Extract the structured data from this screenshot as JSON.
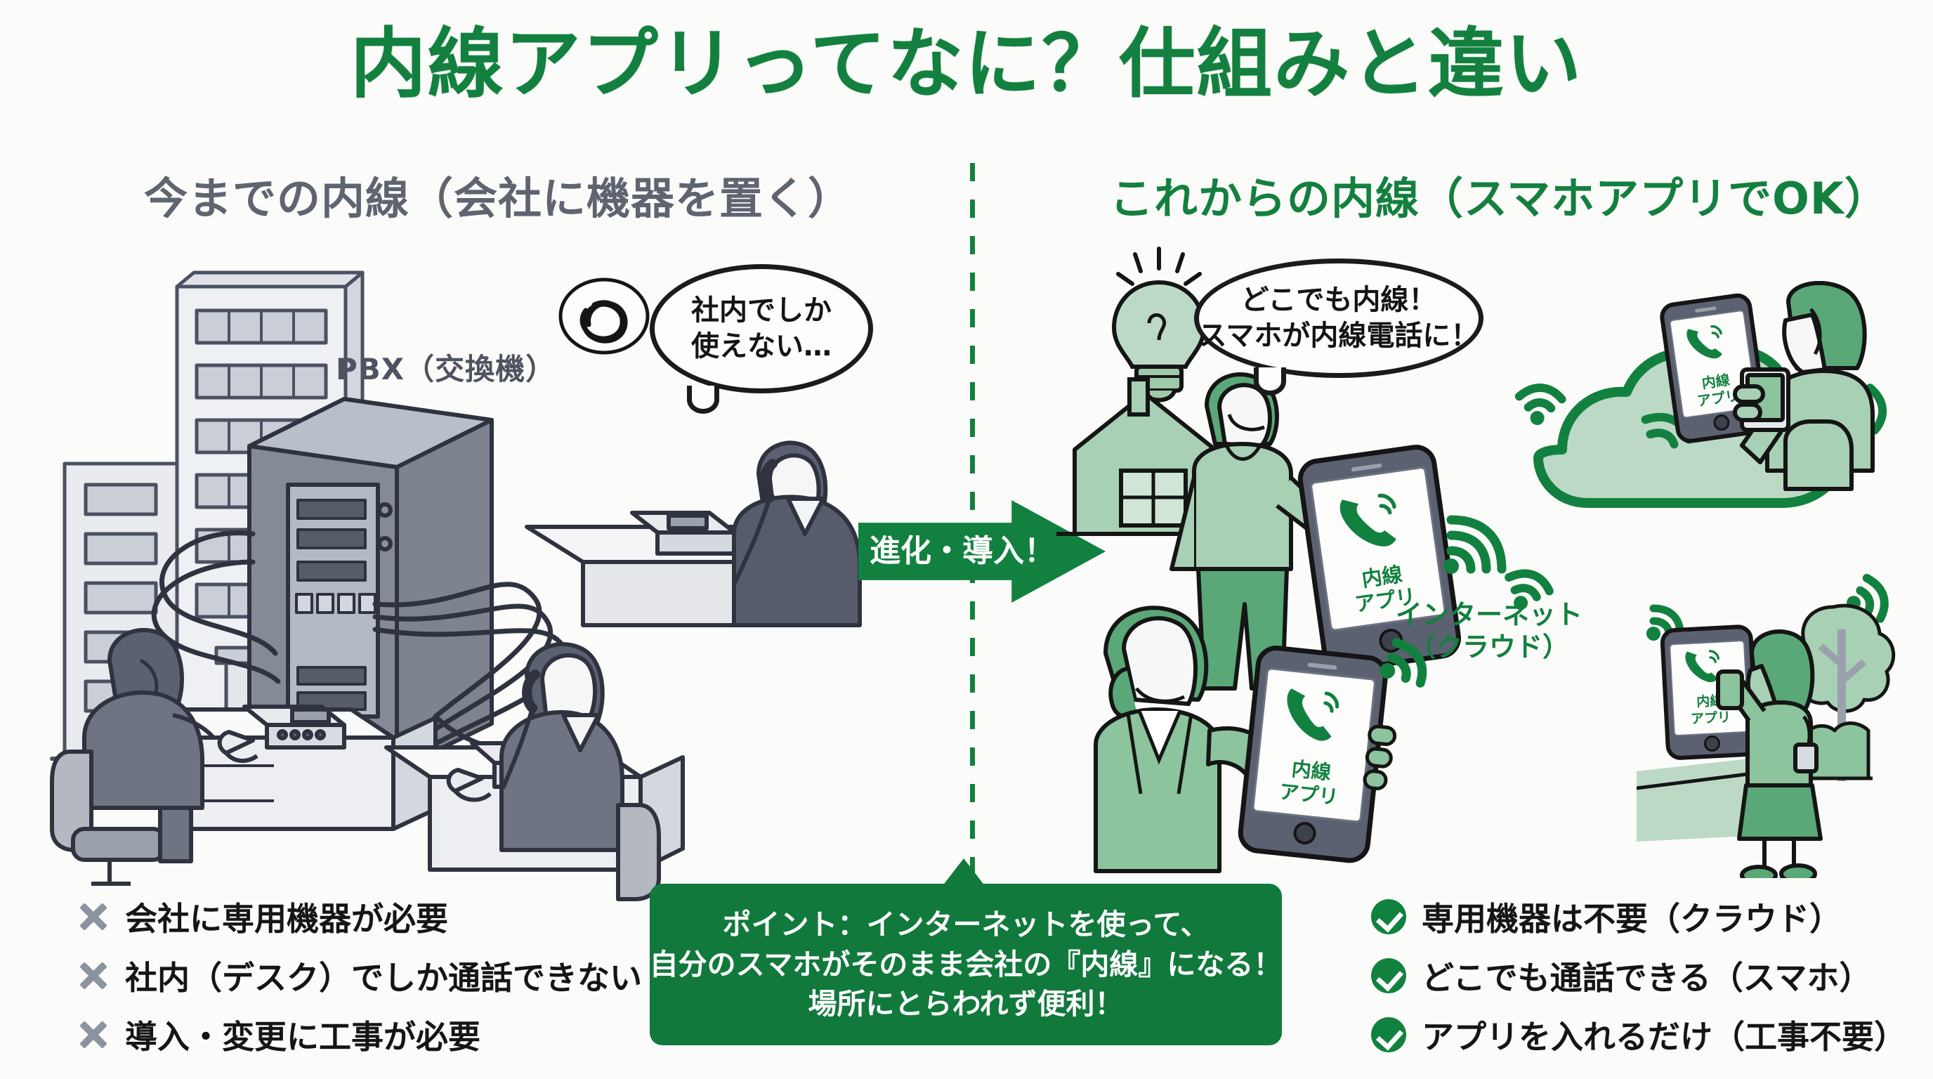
{
  "title": "内線アプリってなに？仕組みと違い",
  "colors": {
    "brand_green": "#11813f",
    "title_green": "#13803f",
    "gray_heading": "#5e6470",
    "box_green": "#11793c",
    "cloud_fill": "#bcd9c5",
    "x_gray": "#8b93a1"
  },
  "left_column": {
    "heading": "今までの内線（会社に機器を置く）",
    "pbx_label": "PBX（交換機）",
    "speech_bubble": {
      "line1": "社内でしか",
      "line2": "使えない…"
    },
    "bullets": [
      {
        "mark": "x-mark-icon",
        "text": "会社に専用機器が必要"
      },
      {
        "mark": "x-mark-icon",
        "text": "社内（デスク）でしか通話できない"
      },
      {
        "mark": "x-mark-icon",
        "text": "導入・変更に工事が必要"
      }
    ]
  },
  "arrow": {
    "label": "進化・導入！"
  },
  "right_column": {
    "heading": "これからの内線（スマホアプリでOK）",
    "cloud_label": {
      "line1": "インターネット",
      "line2": "（クラウド）"
    },
    "speech_bubble": {
      "line1": "どこでも内線！",
      "line2": "スマホが内線電話に！"
    },
    "app_screen": {
      "line1": "内線",
      "line2": "アプリ"
    },
    "bullets": [
      {
        "mark": "check-icon",
        "text": "専用機器は不要（クラウド）"
      },
      {
        "mark": "check-icon",
        "text": "どこでも通話できる（スマホ）"
      },
      {
        "mark": "check-icon",
        "text": "アプリを入れるだけ（工事不要）"
      }
    ]
  },
  "point_box": {
    "line1": "ポイント：インターネットを使って、",
    "line2": "自分のスマホがそのまま会社の『内線』になる！",
    "line3": "場所にとらわれず便利！"
  }
}
